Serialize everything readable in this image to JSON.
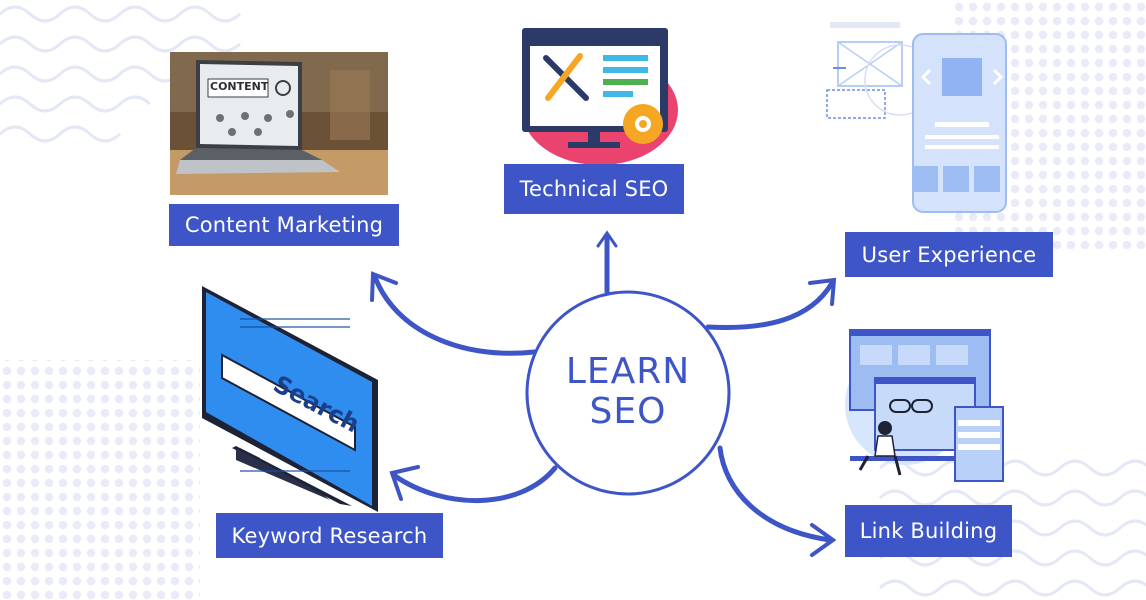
{
  "center": {
    "line1": "LEARN",
    "line2": "SEO"
  },
  "nodes": {
    "technical": "Technical SEO",
    "content": "Content Marketing",
    "ux": "User Experience",
    "keyword": "Keyword Research",
    "links": "Link Building"
  },
  "illustrations": {
    "content_photo_text": "CONTENT",
    "search_monitor_text": "Search"
  },
  "colors": {
    "accent": "#3d55c6",
    "dots": "#e6e9f7",
    "light_blue": "#b7cdf5",
    "monitor_blue": "#2f8df0"
  }
}
